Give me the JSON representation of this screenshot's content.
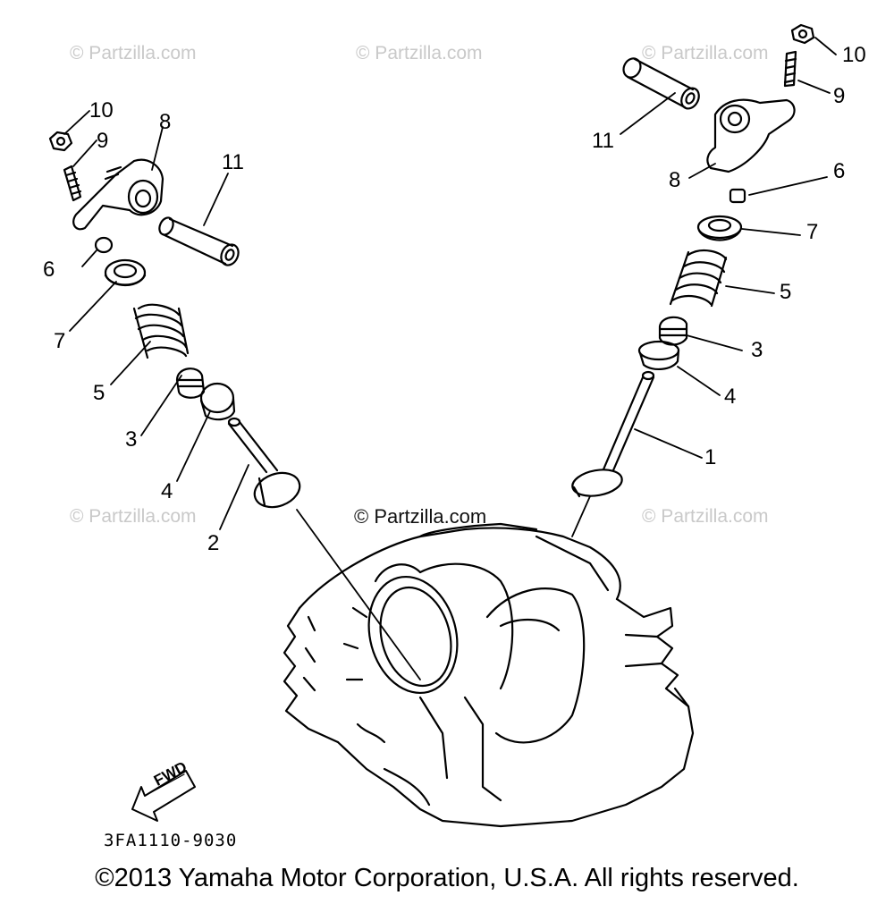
{
  "watermarks": [
    "© Partzilla.com",
    "© Partzilla.com",
    "© Partzilla.com",
    "© Partzilla.com",
    "© Partzilla.com",
    "© Partzilla.com"
  ],
  "center_watermark": "© Partzilla.com",
  "callouts": {
    "left": [
      "10",
      "9",
      "8",
      "6",
      "7",
      "5",
      "3",
      "4",
      "2",
      "11"
    ],
    "right": [
      "10",
      "9",
      "11",
      "8",
      "6",
      "7",
      "5",
      "3",
      "4",
      "1"
    ]
  },
  "fwd_label": "FWD",
  "diagram_code": "3FA1110-9030",
  "copyright": "©2013 Yamaha Motor Corporation, U.S.A. All rights reserved."
}
